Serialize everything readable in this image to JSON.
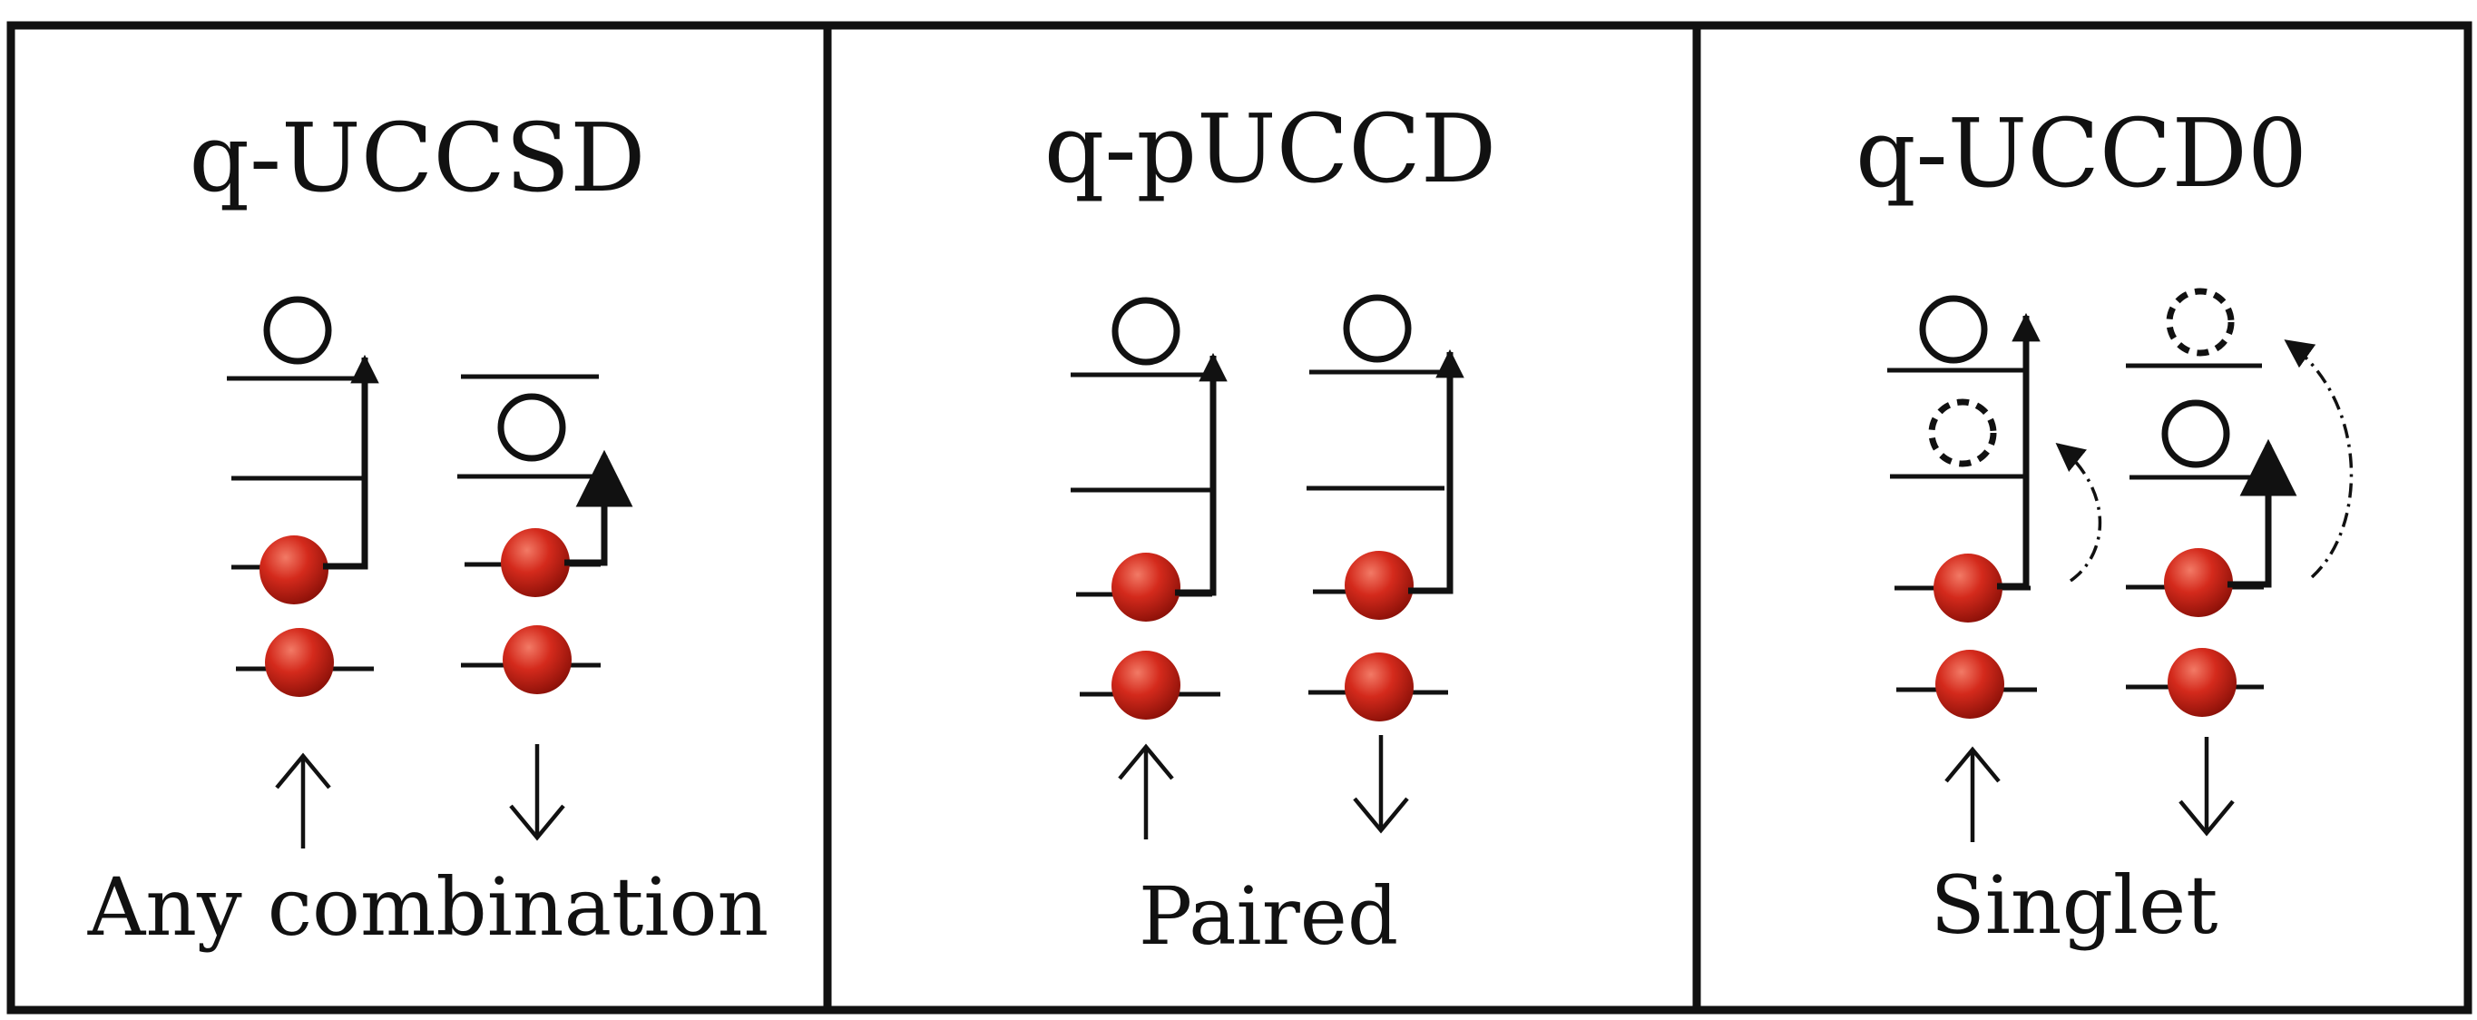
{
  "panels": [
    {
      "title": "q-UCCSD",
      "caption": "Any combination",
      "spin_labels": [
        "↑",
        "↓"
      ]
    },
    {
      "title": "q-pUCCD",
      "caption": "Paired",
      "spin_labels": [
        "↑",
        "↓"
      ]
    },
    {
      "title": "q-UCCD0",
      "caption": "Singlet",
      "spin_labels": [
        "↑",
        "↓"
      ]
    }
  ],
  "colors": {
    "frame": "#111111",
    "electron": "#d42a1c",
    "electron_highlight": "#f27a66",
    "electron_shadow": "#8a1008",
    "hole": "#ffffff"
  },
  "icons": {
    "electron": "red-sphere",
    "hole": "empty-circle",
    "virtual_hole": "dashed-circle",
    "excitation": "solid-arrow",
    "virtual_excitation": "dash-dot-curved-arrow"
  }
}
